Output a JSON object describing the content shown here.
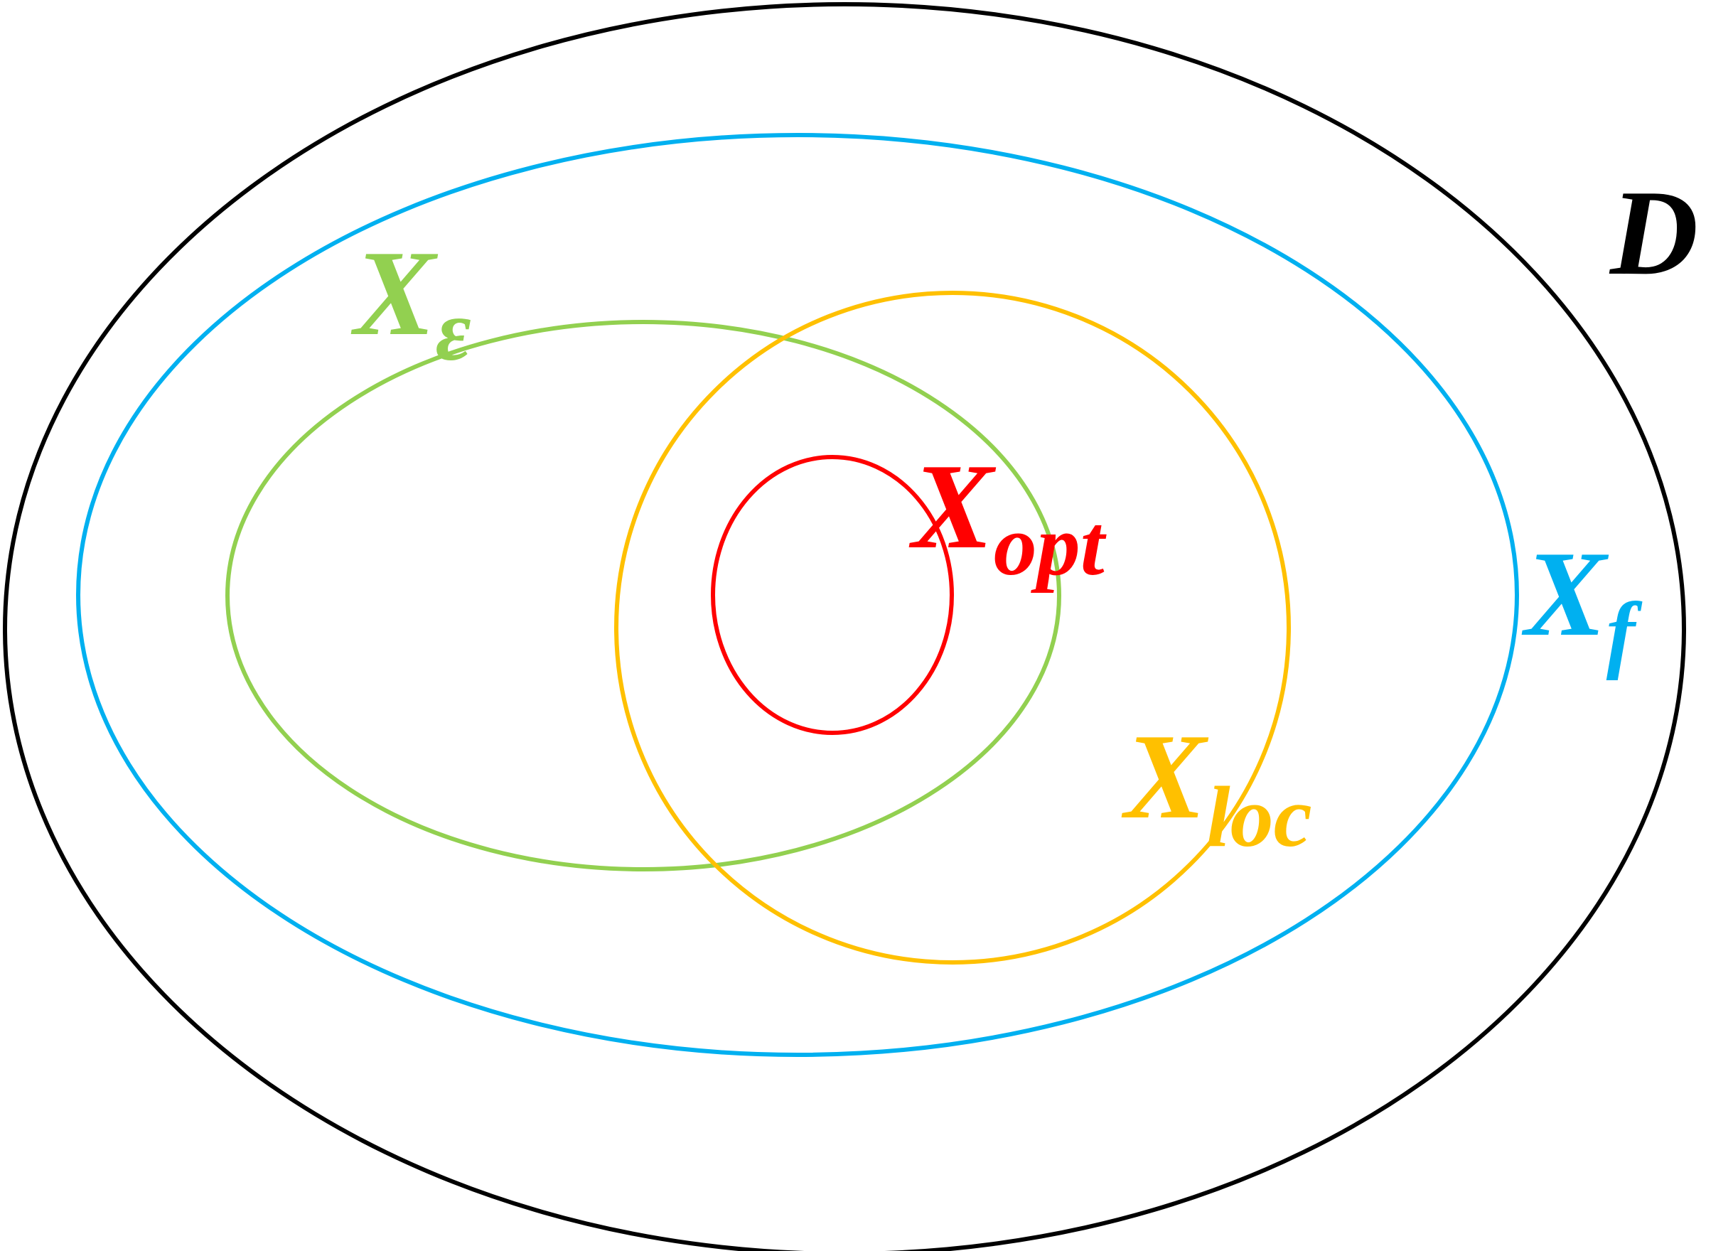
{
  "diagram": {
    "sets": [
      {
        "id": "D",
        "label": "D",
        "subscript": "",
        "color": "#000000"
      },
      {
        "id": "Xf",
        "label": "X",
        "subscript": "f",
        "color": "#00B0F0"
      },
      {
        "id": "Xeps",
        "label": "X",
        "subscript": "ε",
        "color": "#92D050"
      },
      {
        "id": "Xloc",
        "label": "X",
        "subscript": "loc",
        "color": "#FFC000"
      },
      {
        "id": "Xopt",
        "label": "X",
        "subscript": "opt",
        "color": "#FF0000"
      }
    ]
  }
}
